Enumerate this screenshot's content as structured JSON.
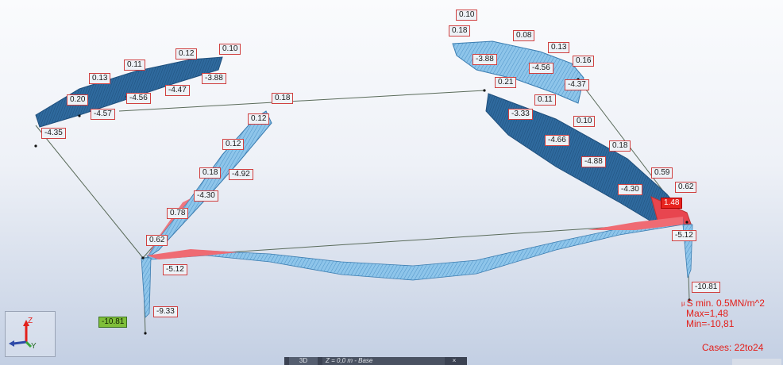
{
  "colors": {
    "negative": "#2f6a9e",
    "negative_fill": "#8ec5ea",
    "positive": "#ef6b73",
    "label_border": "#d04040",
    "max": "#e8231f",
    "min": "#7fbf3a",
    "text_accent": "#e3201b"
  },
  "labels": [
    {
      "id": "label-010-a",
      "text": "0.10"
    },
    {
      "id": "label-012-a",
      "text": "0.12"
    },
    {
      "id": "label-011-a",
      "text": "0.11"
    },
    {
      "id": "label-013-a",
      "text": "0.13"
    },
    {
      "id": "label-020",
      "text": "0.20"
    },
    {
      "id": "label-388-a",
      "text": "-3.88"
    },
    {
      "id": "label-447",
      "text": "-4.47"
    },
    {
      "id": "label-456-a",
      "text": "-4.56"
    },
    {
      "id": "label-457",
      "text": "-4.57"
    },
    {
      "id": "label-435",
      "text": "-4.35"
    },
    {
      "id": "label-018-a",
      "text": "0.18"
    },
    {
      "id": "label-012-b",
      "text": "0.12"
    },
    {
      "id": "label-012-c",
      "text": "0.12"
    },
    {
      "id": "label-018-b",
      "text": "0.18"
    },
    {
      "id": "label-492",
      "text": "-4.92"
    },
    {
      "id": "label-430-a",
      "text": "-4.30"
    },
    {
      "id": "label-078",
      "text": "0.78"
    },
    {
      "id": "label-062-a",
      "text": "0.62"
    },
    {
      "id": "label-512-a",
      "text": "-5.12"
    },
    {
      "id": "label-933",
      "text": "-9.33"
    },
    {
      "id": "label-010-b",
      "text": "0.10"
    },
    {
      "id": "label-018-c",
      "text": "0.18"
    },
    {
      "id": "label-008",
      "text": "0.08"
    },
    {
      "id": "label-013-b",
      "text": "0.13"
    },
    {
      "id": "label-016",
      "text": "0.16"
    },
    {
      "id": "label-388-b",
      "text": "-3.88"
    },
    {
      "id": "label-456-b",
      "text": "-4.56"
    },
    {
      "id": "label-437",
      "text": "-4.37"
    },
    {
      "id": "label-021",
      "text": "0.21"
    },
    {
      "id": "label-011-b",
      "text": "0.11"
    },
    {
      "id": "label-333",
      "text": "-3.33"
    },
    {
      "id": "label-010-c",
      "text": "0.10"
    },
    {
      "id": "label-466",
      "text": "-4.66"
    },
    {
      "id": "label-018-d",
      "text": "0.18"
    },
    {
      "id": "label-488",
      "text": "-4.88"
    },
    {
      "id": "label-059",
      "text": "0.59"
    },
    {
      "id": "label-430-b",
      "text": "-4.30"
    },
    {
      "id": "label-062-b",
      "text": "0.62"
    },
    {
      "id": "label-max",
      "text": "1.48",
      "kind": "max"
    },
    {
      "id": "label-512-b",
      "text": "-5.12"
    },
    {
      "id": "label-1081-a",
      "text": "-10.81"
    },
    {
      "id": "label-min",
      "text": "-10.81",
      "kind": "min"
    }
  ],
  "legend": {
    "symbol": "µ",
    "title": "S min. 0.5MN/m^2",
    "max": "Max=1,48",
    "min": "Min=-10,81"
  },
  "cases": "Cases: 22to24",
  "axes": {
    "z": "Z",
    "y": "Y"
  },
  "statusbar": {
    "view": "3D",
    "plane": "Z = 0,0 m - Base",
    "close": "×"
  }
}
